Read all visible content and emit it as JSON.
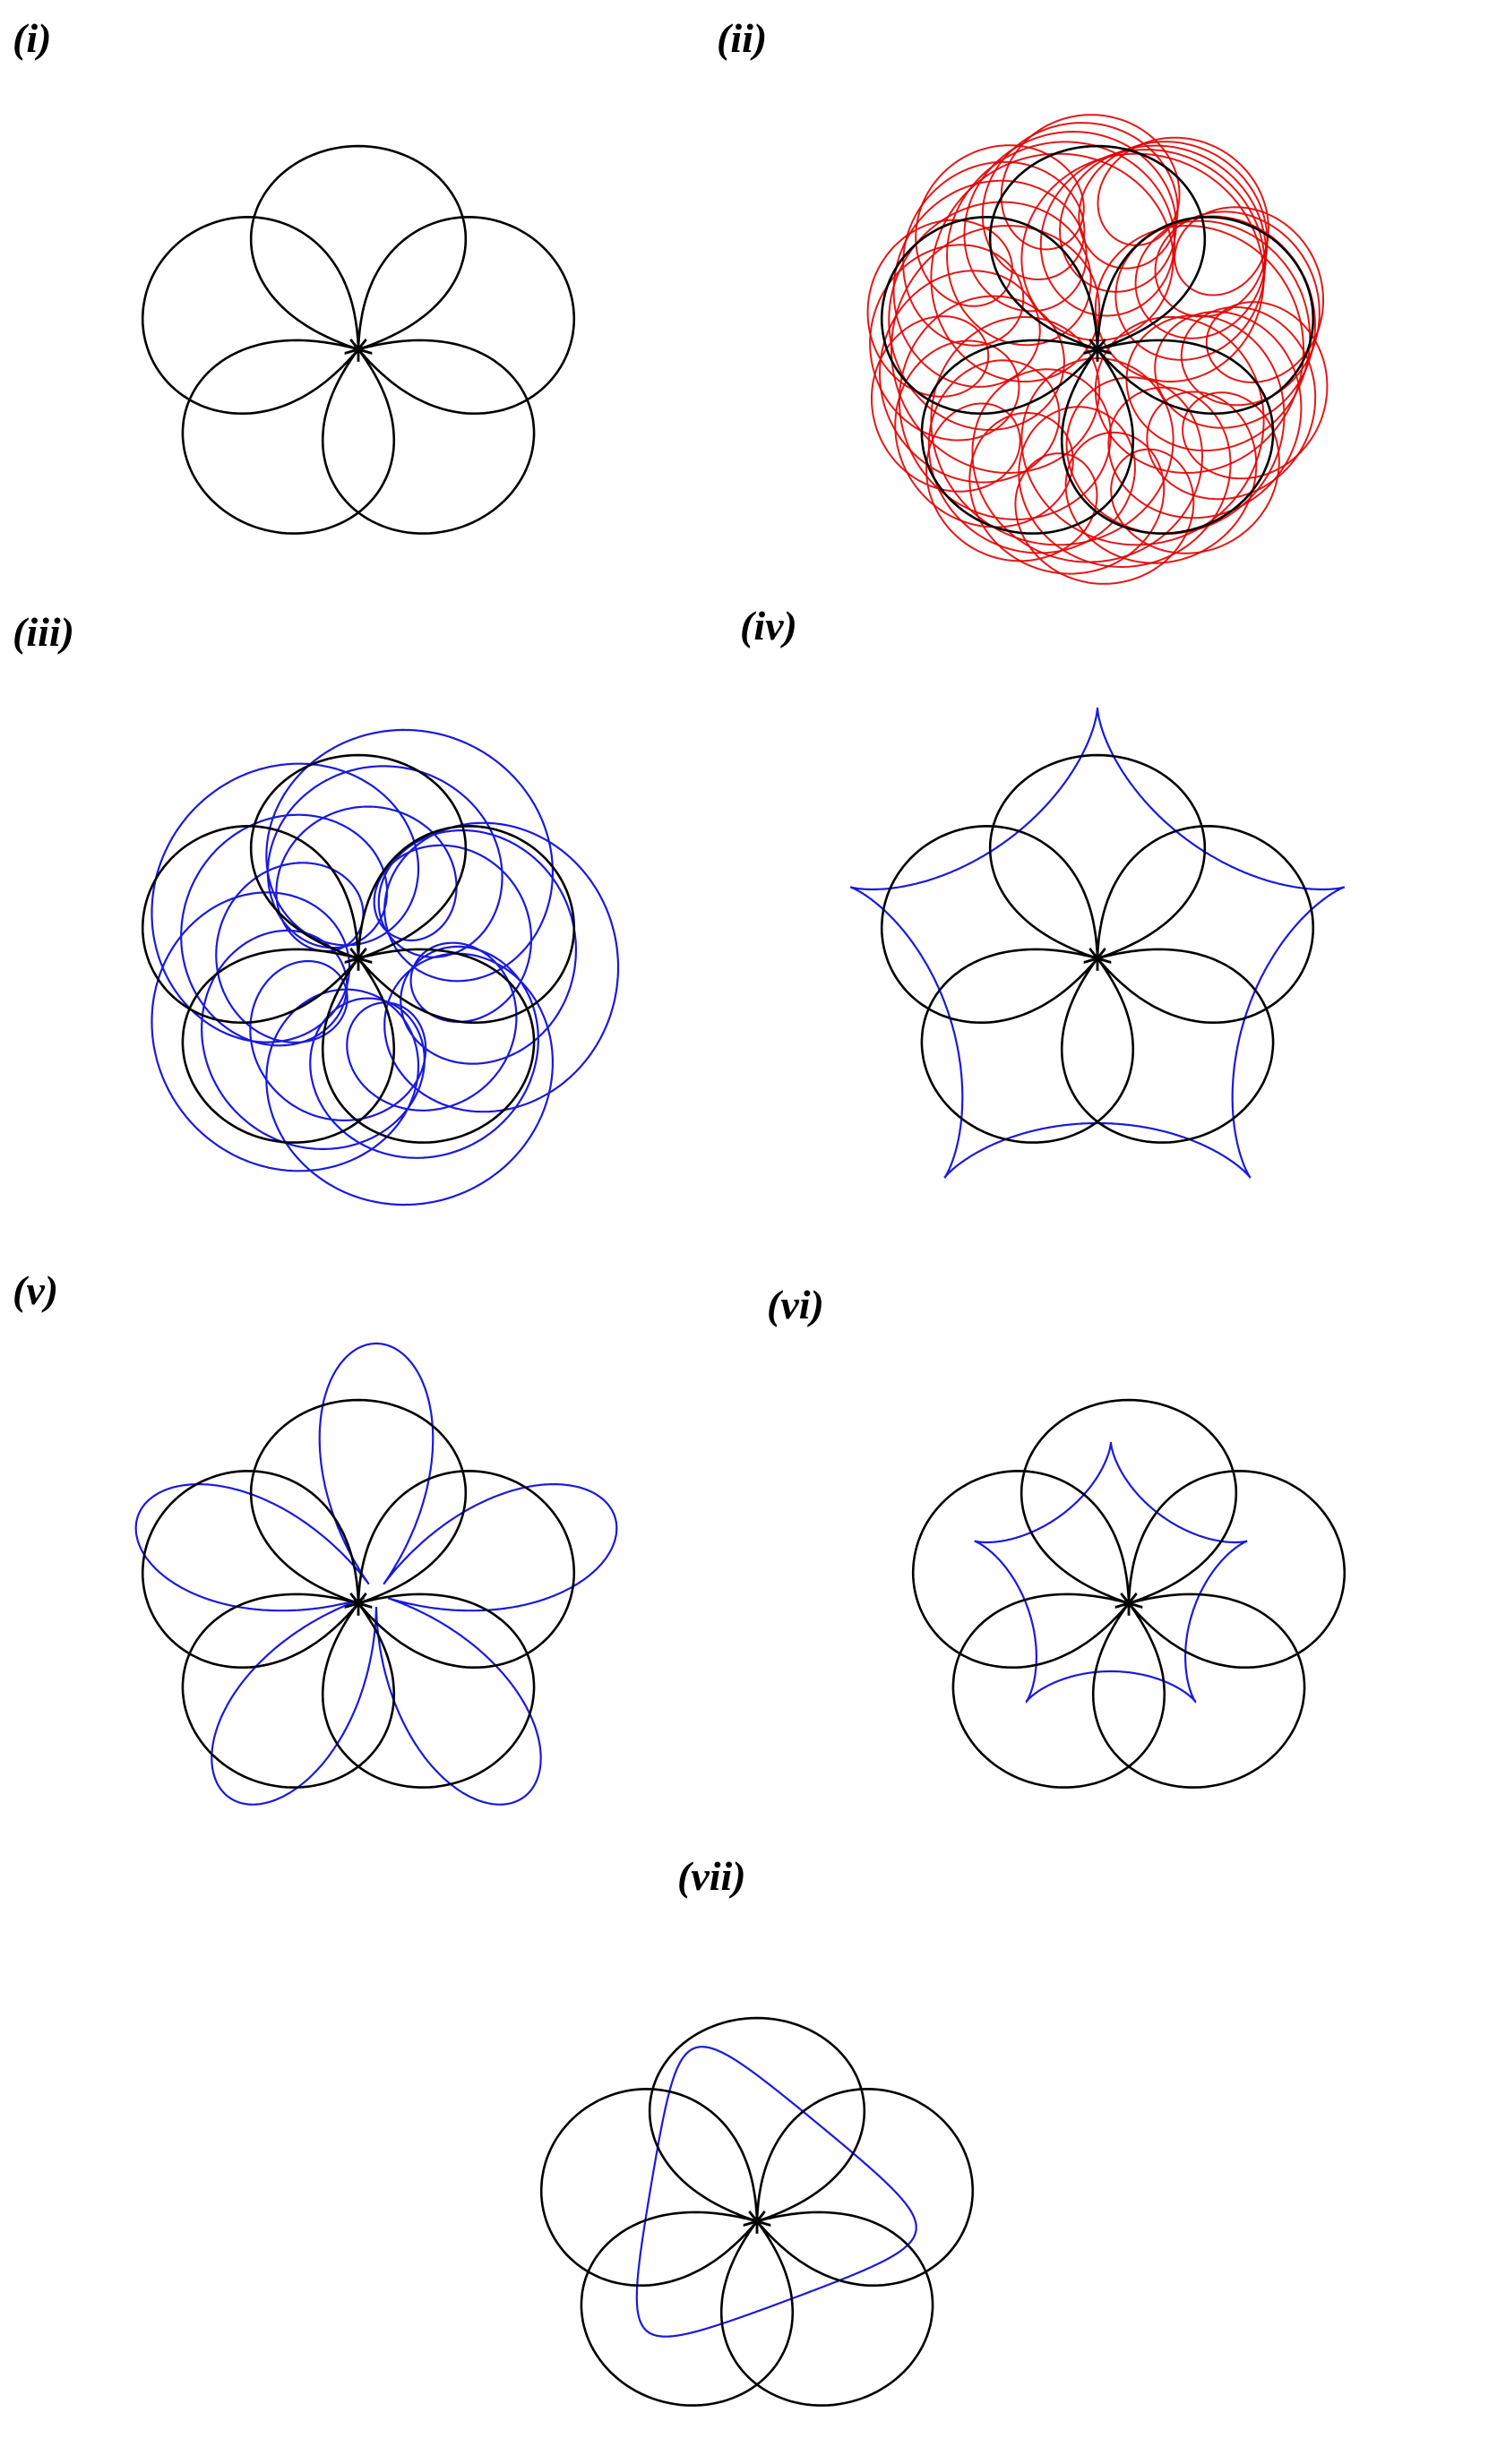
{
  "panels": [
    {
      "label": "(i)",
      "overlay": "none"
    },
    {
      "label": "(ii)",
      "overlay": "dense-cusped-curve"
    },
    {
      "label": "(iii)",
      "overlay": "multi-loop-cusped-curve"
    },
    {
      "label": "(iv)",
      "overlay": "outer-cusped-pentagon"
    },
    {
      "label": "(v)",
      "overlay": "five-petal-rosette"
    },
    {
      "label": "(vi)",
      "overlay": "inner-cusped-pentagon"
    },
    {
      "label": "(vii)",
      "overlay": "small-interlaced-loops"
    }
  ],
  "colors": {
    "base_curve": "#000000",
    "overlay_red": "#e00000",
    "overlay_blue": "#1a1adc",
    "background": "#ffffff"
  }
}
